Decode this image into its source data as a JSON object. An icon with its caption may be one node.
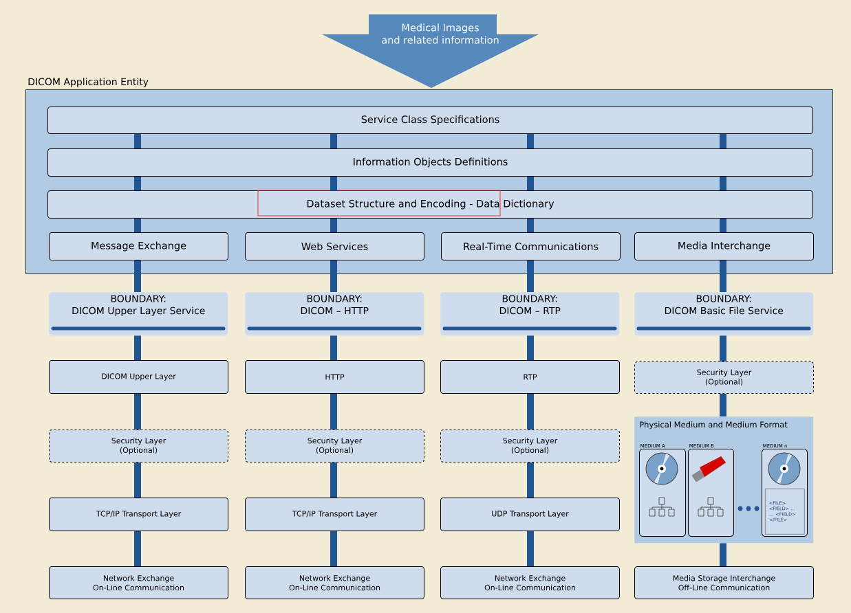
{
  "diagram": {
    "nodes": [
      {
        "text": [
          "Medical Images",
          "and related information"
        ]
      },
      {
        "text": [
          "DICOM Application Entity"
        ]
      },
      {
        "text": [
          "Service Class Specifications"
        ],
        "in": 1
      },
      {
        "text": [
          "Information Objects Definitions"
        ],
        "in": 1
      },
      {
        "text": [
          "Dataset Structure and Encoding - Data Dictionary"
        ],
        "in": 1
      },
      {
        "text": [
          "Message Exchange"
        ],
        "in": 1
      },
      {
        "text": [
          "Web Services"
        ],
        "in": 1
      },
      {
        "text": [
          "Real-Time Communications"
        ],
        "in": 1
      },
      {
        "text": [
          "Media Interchange"
        ],
        "in": 1
      },
      {
        "text": [
          "BOUNDARY:",
          "DICOM Upper Layer Service"
        ]
      },
      {
        "text": [
          "BOUNDARY:",
          "DICOM – HTTP"
        ]
      },
      {
        "text": [
          "BOUNDARY:",
          "DICOM – RTP"
        ]
      },
      {
        "text": [
          "BOUNDARY:",
          "DICOM Basic File Service"
        ]
      },
      {
        "text": [
          "DICOM Upper Layer"
        ]
      },
      {
        "text": [
          "HTTP"
        ]
      },
      {
        "text": [
          "RTP"
        ]
      },
      {
        "text": [
          "Security Layer (Optional)"
        ]
      },
      {
        "text": [
          "Security Layer (Optional)"
        ]
      },
      {
        "text": [
          "Security Layer (Optional)"
        ]
      },
      {
        "text": [
          "Security Layer (Optional)"
        ]
      },
      {
        "text": [
          "Physical Medium and Medium Format"
        ]
      },
      {
        "text": [
          "MEDIUM A"
        ],
        "in": 20
      },
      {
        "text": [
          "MEDIUM B"
        ],
        "in": 20
      },
      {
        "text": [
          "MEDIUM n"
        ],
        "in": 20
      },
      {
        "text": [
          "<FILE> <FIELD> ... ... <FIELD> </FILE>"
        ],
        "in": 23
      },
      {
        "text": [
          "TCP/IP Transport Layer"
        ]
      },
      {
        "text": [
          "TCP/IP Transport Layer"
        ]
      },
      {
        "text": [
          "UDP Transport Layer"
        ]
      },
      {
        "text": [
          "Network Exchange On-Line Communication"
        ]
      },
      {
        "text": [
          "Network Exchange On-Line Communication"
        ]
      },
      {
        "text": [
          "Network Exchange On-Line Communication"
        ]
      },
      {
        "text": [
          "Media Storage Interchange Off-Line Communication"
        ]
      }
    ],
    "edges": [
      {
        "from": 2,
        "to": 3,
        "arrow": "none"
      },
      {
        "from": 3,
        "to": 4,
        "arrow": "none"
      },
      {
        "from": 4,
        "to": 5,
        "arrow": "none"
      },
      {
        "from": 5,
        "to": 9,
        "arrow": "none"
      },
      {
        "from": 9,
        "to": 13,
        "arrow": "none"
      },
      {
        "from": 13,
        "to": 17,
        "arrow": "none"
      },
      {
        "from": 17,
        "to": 25,
        "arrow": "none"
      },
      {
        "from": 25,
        "to": 28,
        "arrow": "none"
      },
      {
        "from": 2,
        "to": 3,
        "arrow": "none"
      },
      {
        "from": 3,
        "to": 4,
        "arrow": "none"
      },
      {
        "from": 4,
        "to": 6,
        "arrow": "none"
      },
      {
        "from": 6,
        "to": 10,
        "arrow": "none"
      },
      {
        "from": 10,
        "to": 14,
        "arrow": "none"
      },
      {
        "from": 14,
        "to": 18,
        "arrow": "none"
      },
      {
        "from": 18,
        "to": 26,
        "arrow": "none"
      },
      {
        "from": 26,
        "to": 29,
        "arrow": "none"
      },
      {
        "from": 2,
        "to": 3,
        "arrow": "none"
      },
      {
        "from": 3,
        "to": 4,
        "arrow": "none"
      },
      {
        "from": 4,
        "to": 7,
        "arrow": "none"
      },
      {
        "from": 7,
        "to": 11,
        "arrow": "none"
      },
      {
        "from": 11,
        "to": 15,
        "arrow": "none"
      },
      {
        "from": 15,
        "to": 19,
        "arrow": "none"
      },
      {
        "from": 19,
        "to": 27,
        "arrow": "none"
      },
      {
        "from": 27,
        "to": 30,
        "arrow": "none"
      },
      {
        "from": 2,
        "to": 3,
        "arrow": "none"
      },
      {
        "from": 3,
        "to": 4,
        "arrow": "none"
      },
      {
        "from": 4,
        "to": 8,
        "arrow": "none"
      },
      {
        "from": 8,
        "to": 12,
        "arrow": "none"
      },
      {
        "from": 12,
        "to": 16,
        "arrow": "none"
      },
      {
        "from": 16,
        "to": 20,
        "arrow": "none"
      },
      {
        "from": 20,
        "to": 31,
        "arrow": "none"
      }
    ]
  }
}
